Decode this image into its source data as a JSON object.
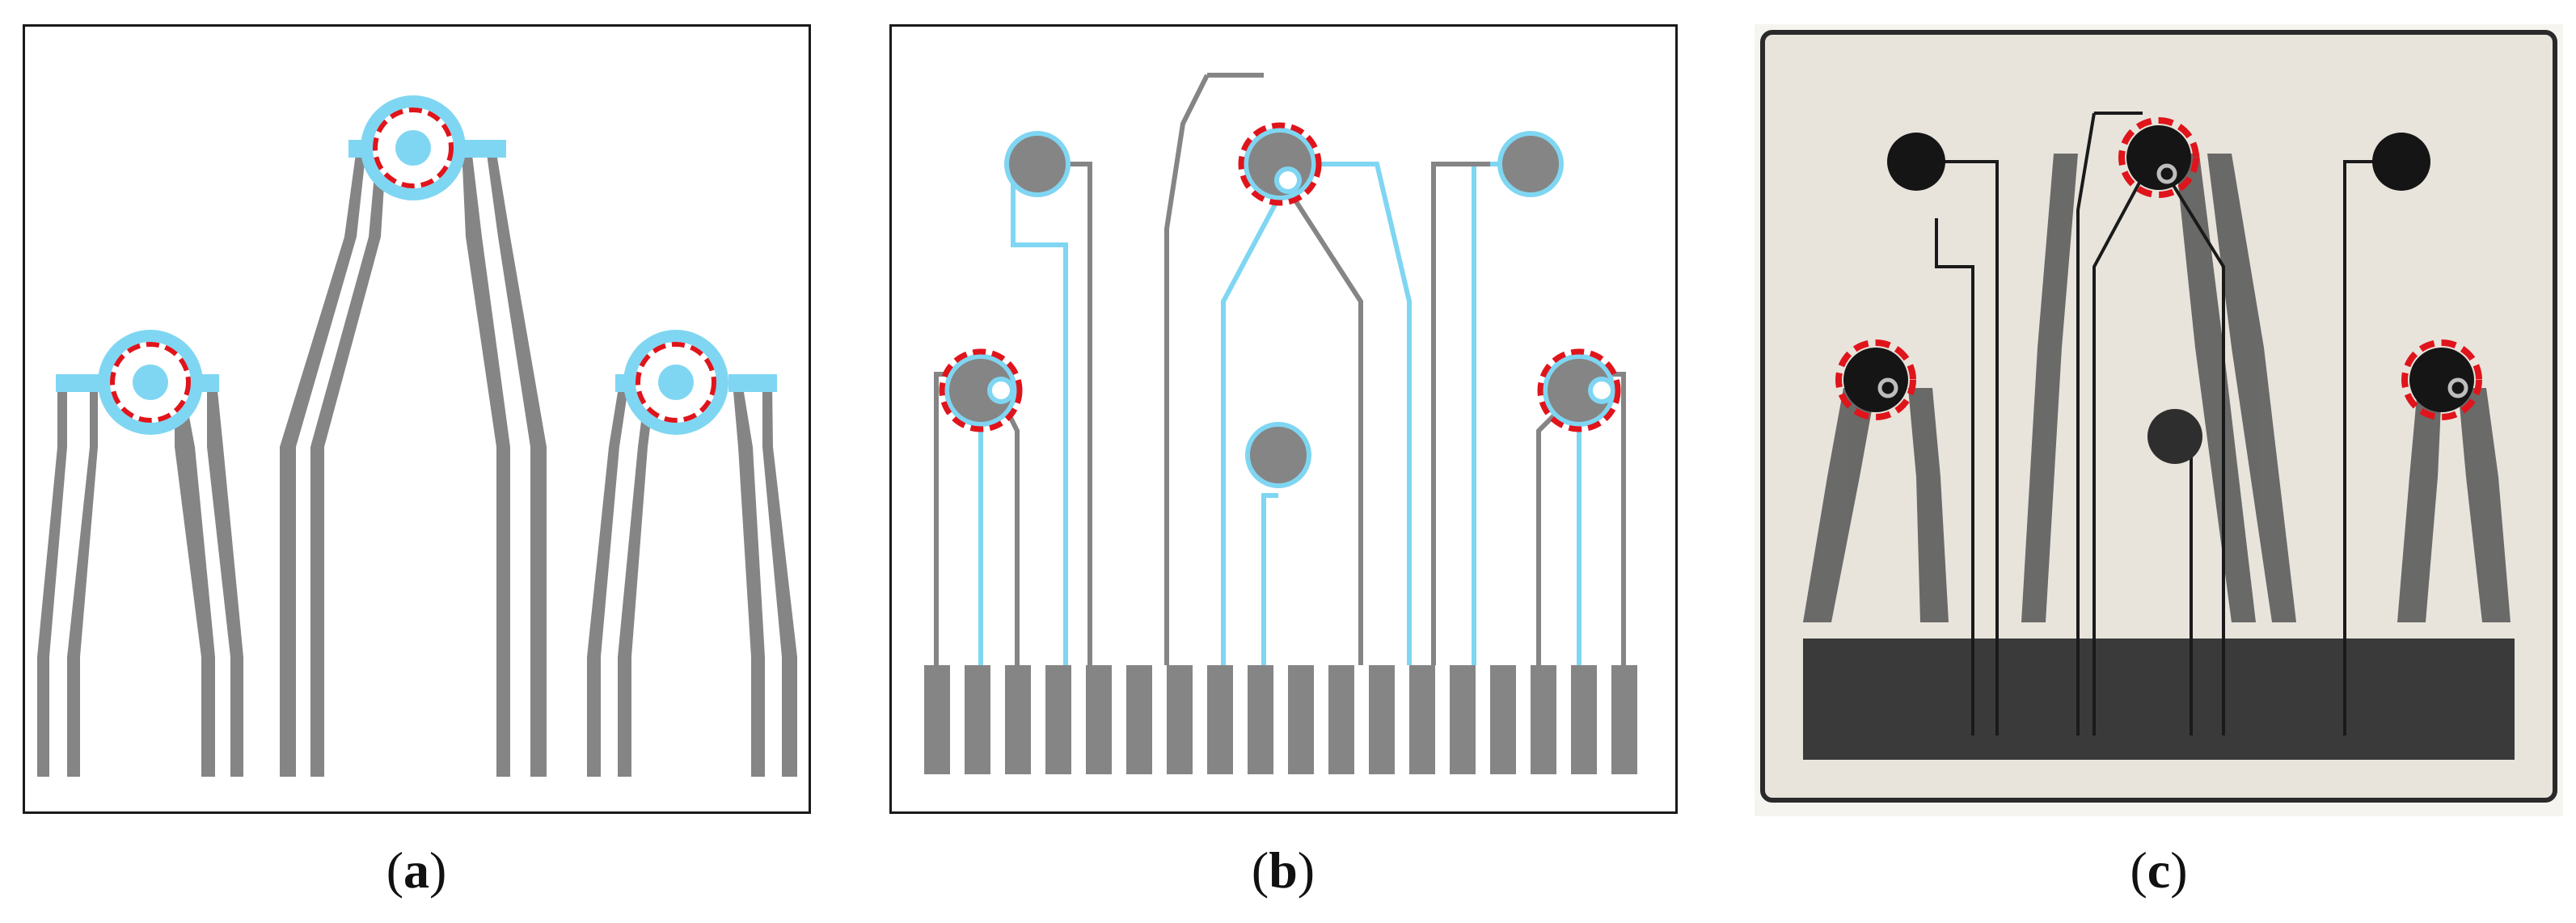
{
  "panels": [
    {
      "letter": "a"
    },
    {
      "letter": "b"
    },
    {
      "letter": "c"
    }
  ],
  "colors": {
    "trace_gray": "#858585",
    "trace_blue": "#7fd6f2",
    "marker_red": "#e0141b",
    "photo_bg": "#e8e4dc"
  }
}
